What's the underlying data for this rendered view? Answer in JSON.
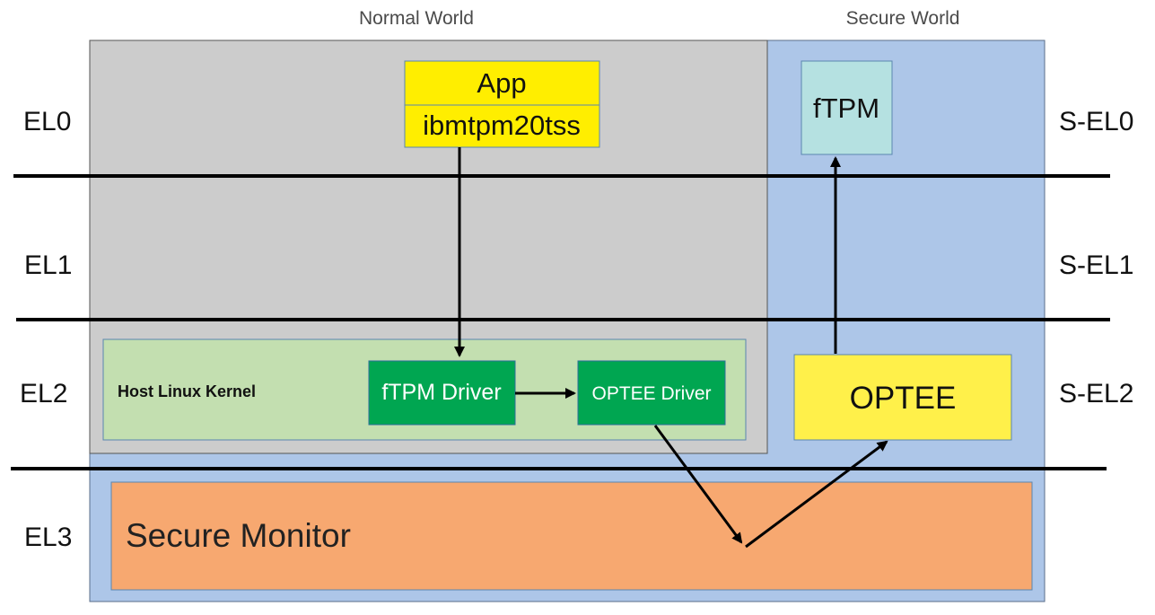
{
  "worlds": {
    "normal": "Normal World",
    "secure": "Secure World"
  },
  "levels": {
    "normal": [
      "EL0",
      "EL1",
      "EL2",
      "EL3"
    ],
    "secure": [
      "S-EL0",
      "S-EL1",
      "S-EL2"
    ]
  },
  "boxes": {
    "app": "App",
    "tss": "ibmtpm20tss",
    "ftpm": "fTPM",
    "host_kernel": "Host Linux Kernel",
    "ftpm_driver": "fTPM Driver",
    "optee_driver": "OPTEE Driver",
    "optee": "OPTEE",
    "secure_monitor": "Secure Monitor"
  },
  "colors": {
    "normal_world_bg": "#cccccc",
    "secure_world_bg": "#adc6e8",
    "app_yellow": "#ffee00",
    "ftpm_cyan": "#b5e1e1",
    "kernel_green": "#c3dfb0",
    "driver_green": "#00a651",
    "optee_yellow": "#fff04a",
    "monitor_orange": "#f7a870"
  }
}
